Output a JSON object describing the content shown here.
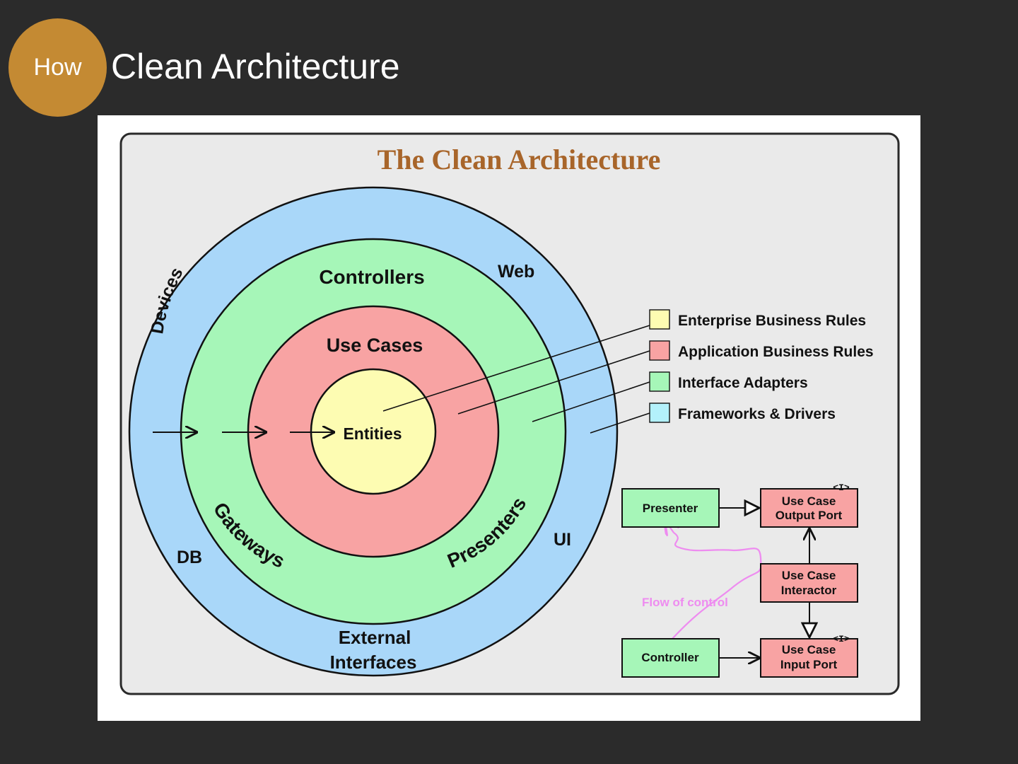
{
  "slide": {
    "badge": "How",
    "title": "Clean Architecture"
  },
  "diagram": {
    "heading": "The Clean Architecture",
    "colors": {
      "frameworks": "#a9d7f9",
      "adapters": "#a6f6b8",
      "application": "#f8a3a3",
      "enterprise": "#fdfcb2",
      "heading": "#a8652a",
      "flow": "#ee8cf0"
    },
    "rings": {
      "devices": "Devices",
      "web": "Web",
      "ui": "UI",
      "db": "DB",
      "external_line1": "External",
      "external_line2": "Interfaces",
      "controllers": "Controllers",
      "gateways": "Gateways",
      "presenters": "Presenters",
      "use_cases": "Use Cases",
      "entities": "Entities"
    },
    "legend": [
      {
        "label": "Enterprise Business Rules",
        "color": "#fdfcb2"
      },
      {
        "label": "Application Business Rules",
        "color": "#f8a3a3"
      },
      {
        "label": "Interface Adapters",
        "color": "#a6f6b8"
      },
      {
        "label": "Frameworks & Drivers",
        "color": "#b3f1fb"
      }
    ],
    "flow": {
      "presenter": "Presenter",
      "controller": "Controller",
      "output_port_line1": "Use Case",
      "output_port_line2": "Output Port",
      "interactor_line1": "Use Case",
      "interactor_line2": "Interactor",
      "input_port_line1": "Use Case",
      "input_port_line2": "Input Port",
      "interface_marker": "<I>",
      "flow_label": "Flow of control"
    }
  }
}
